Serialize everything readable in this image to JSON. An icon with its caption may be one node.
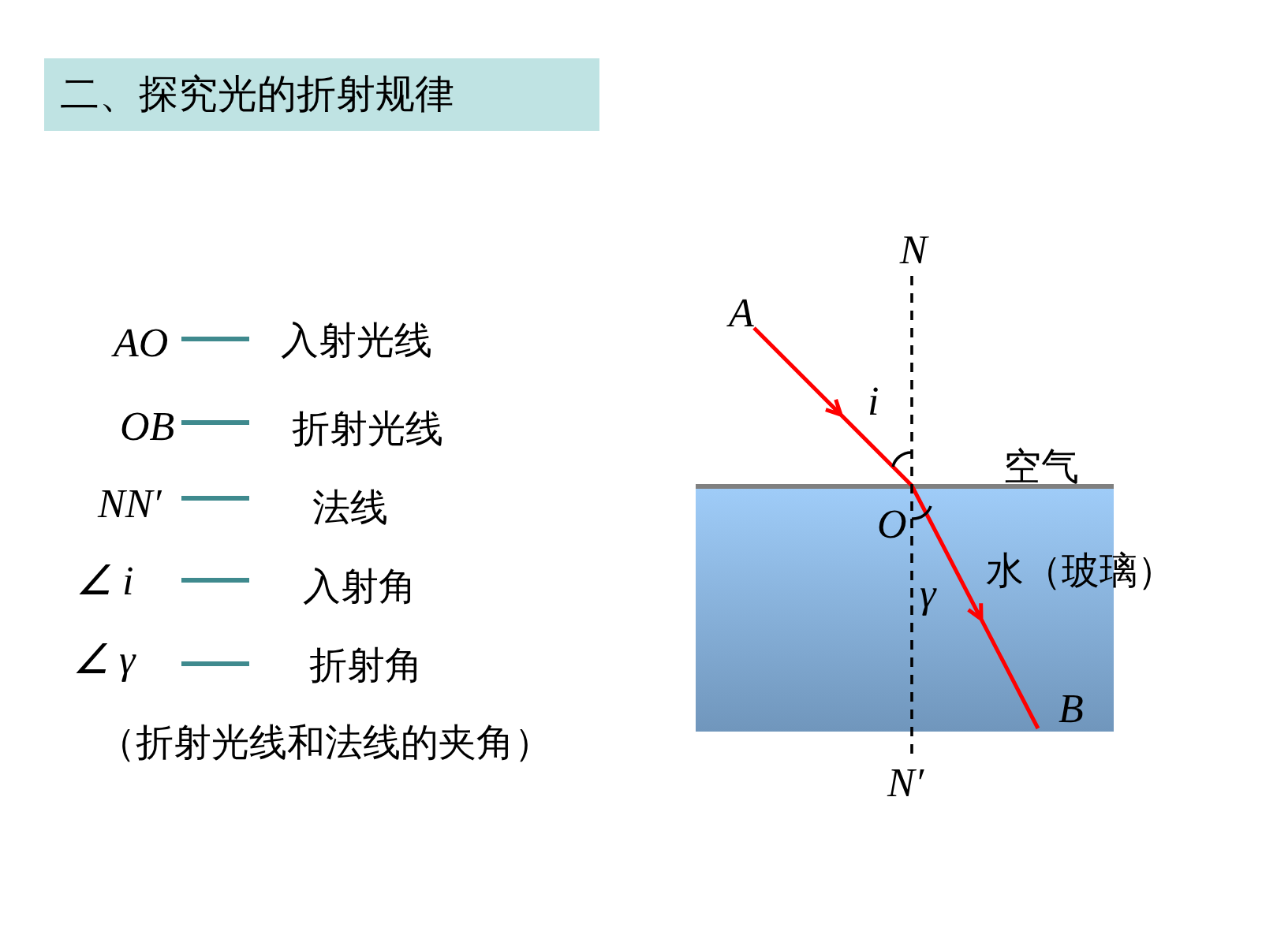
{
  "diagram": {
    "title": "二、探究光的折射规律",
    "nodes": [
      {
        "text": [
          "水（玻璃）"
        ]
      },
      {
        "text": [
          "A"
        ]
      },
      {
        "text": [
          "B"
        ],
        "in": 0
      },
      {
        "text": [
          "N"
        ]
      },
      {
        "text": [
          "N′"
        ]
      }
    ],
    "edges": [
      {
        "from": 1,
        "to": 2,
        "arrow": "to",
        "color": "#ff0000"
      },
      {
        "from": 3,
        "to": 4,
        "arrow": "none",
        "style": "dashed",
        "color": "#000000"
      }
    ],
    "labels": [
      "空气",
      "O",
      "i",
      "γ",
      "AO",
      "入射光线",
      "OB",
      "折射光线",
      "NN′",
      "法线",
      "∠ *i*",
      "入射角",
      "∠ *γ*",
      "折射角",
      "（折射光线和法线的夹角）"
    ]
  }
}
